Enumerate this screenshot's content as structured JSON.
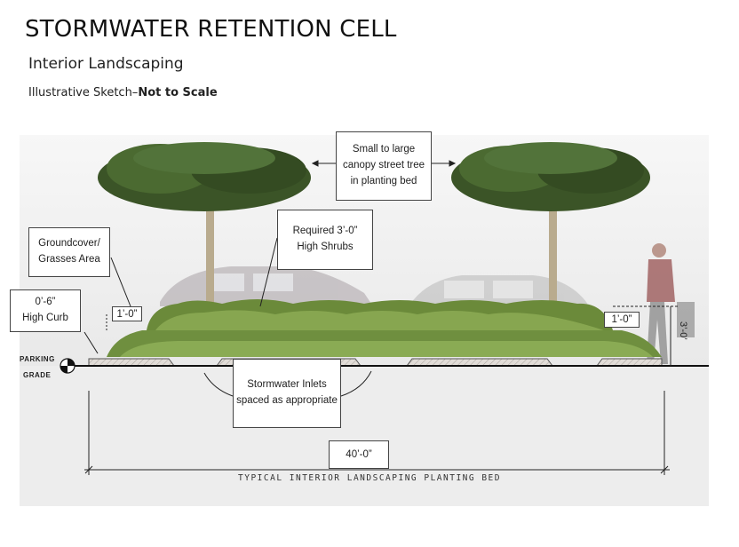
{
  "header": {
    "title": "STORMWATER RETENTION CELL",
    "subtitle": "Interior Landscaping",
    "note_prefix": "Illustrative Sketch–",
    "note_bold": "Not to Scale"
  },
  "callouts": {
    "tree": "Small to large\ncanopy street  tree\nin planting bed",
    "shrubs": "Required 3’-0”\nHigh Shrubs",
    "groundcover": "Groundcover/\nGrasses Area",
    "curb": "0’-6”\nHigh Curb",
    "inlets": "Stormwater Inlets\nspaced as appropriate"
  },
  "dimensions": {
    "left_offset": "1’-0”",
    "right_offset": "1’-0”",
    "shrub_height": "3’-0’",
    "width": "40’-0”"
  },
  "grade": {
    "line1": "PARKING",
    "line2": "GRADE"
  },
  "caption": "TYPICAL INTERIOR LANDSCAPING PLANTING BED",
  "colors": {
    "sky": "#f2f2f2",
    "ground": "#ececec",
    "foliage": "#3f5a2a",
    "shrub": "#6e8a3c",
    "grass": "#7d9a46",
    "curb": "#d9d4cf"
  }
}
